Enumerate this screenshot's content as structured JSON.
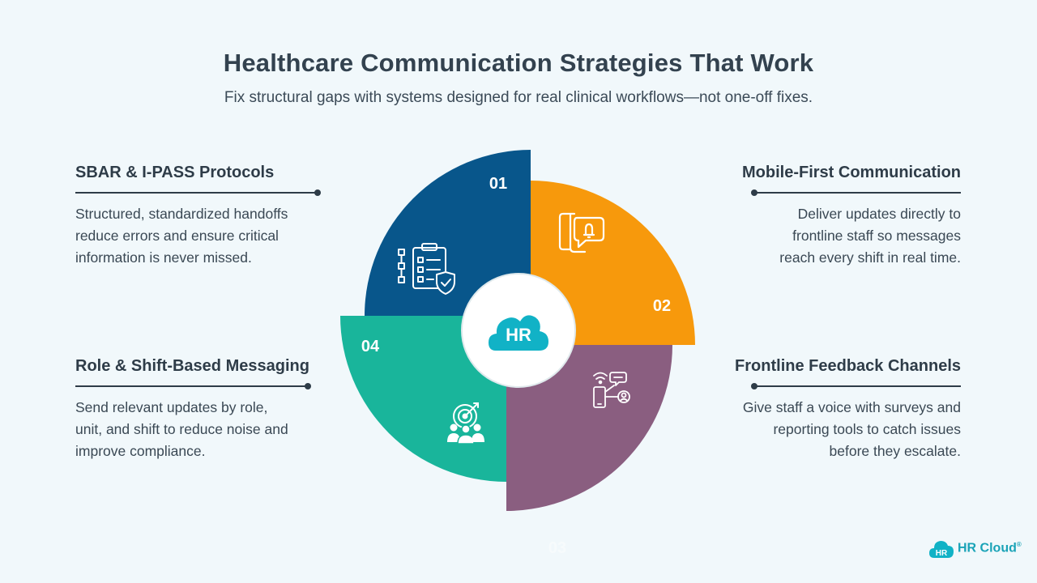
{
  "header": {
    "title": "Healthcare Communication Strategies That Work",
    "subtitle": "Fix structural gaps with systems designed for real clinical workflows—not one-off fixes."
  },
  "strategies": [
    {
      "number": "01",
      "title": "SBAR & I-PASS Protocols",
      "description": "Structured, standardized handoffs reduce errors and ensure critical information is never missed.",
      "color": "#08568b",
      "icon": "checklist-shield-icon"
    },
    {
      "number": "02",
      "title": "Mobile-First Communication",
      "description": "Deliver updates directly to frontline staff so messages reach every shift in real time.",
      "color": "#f7990c",
      "icon": "mobile-notification-icon"
    },
    {
      "number": "03",
      "title": "Frontline Feedback Channels",
      "description": "Give staff a voice with surveys and reporting tools to catch issues before they escalate.",
      "color": "#8a5e80",
      "icon": "feedback-channels-icon"
    },
    {
      "number": "04",
      "title": "Role & Shift-Based Messaging",
      "description": "Send relevant updates by role, unit, and shift to reduce noise and improve compliance.",
      "color": "#19b59b",
      "icon": "target-team-icon"
    }
  ],
  "center_badge": {
    "text": "HR",
    "color": "#11b2c6"
  },
  "footer": {
    "brand": "HR Cloud",
    "mark": "®",
    "logo_badge": "HR"
  }
}
